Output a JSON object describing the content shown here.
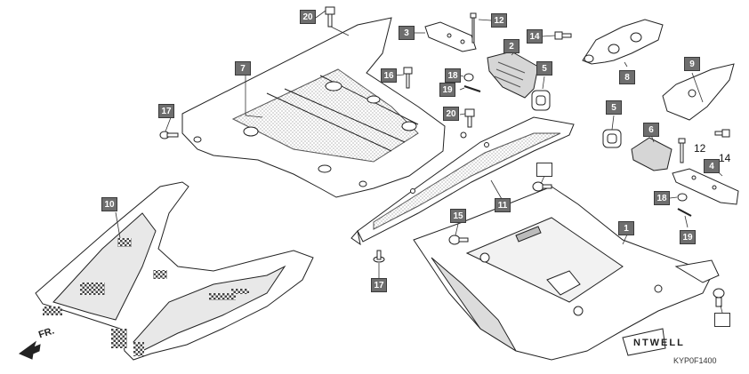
{
  "direction_label": "FR.",
  "watermark_brand": "NTWELL",
  "diagram_code": "KYP0F1400",
  "callouts": [
    "20",
    "3",
    "12",
    "14",
    "2",
    "7",
    "16",
    "18",
    "5",
    "19",
    "8",
    "9",
    "17",
    "20",
    "5",
    "6",
    "12",
    "14",
    "4",
    "18",
    "11",
    "15",
    "19",
    "10",
    "1",
    "17"
  ],
  "plain_labels": [
    "12",
    "14"
  ]
}
